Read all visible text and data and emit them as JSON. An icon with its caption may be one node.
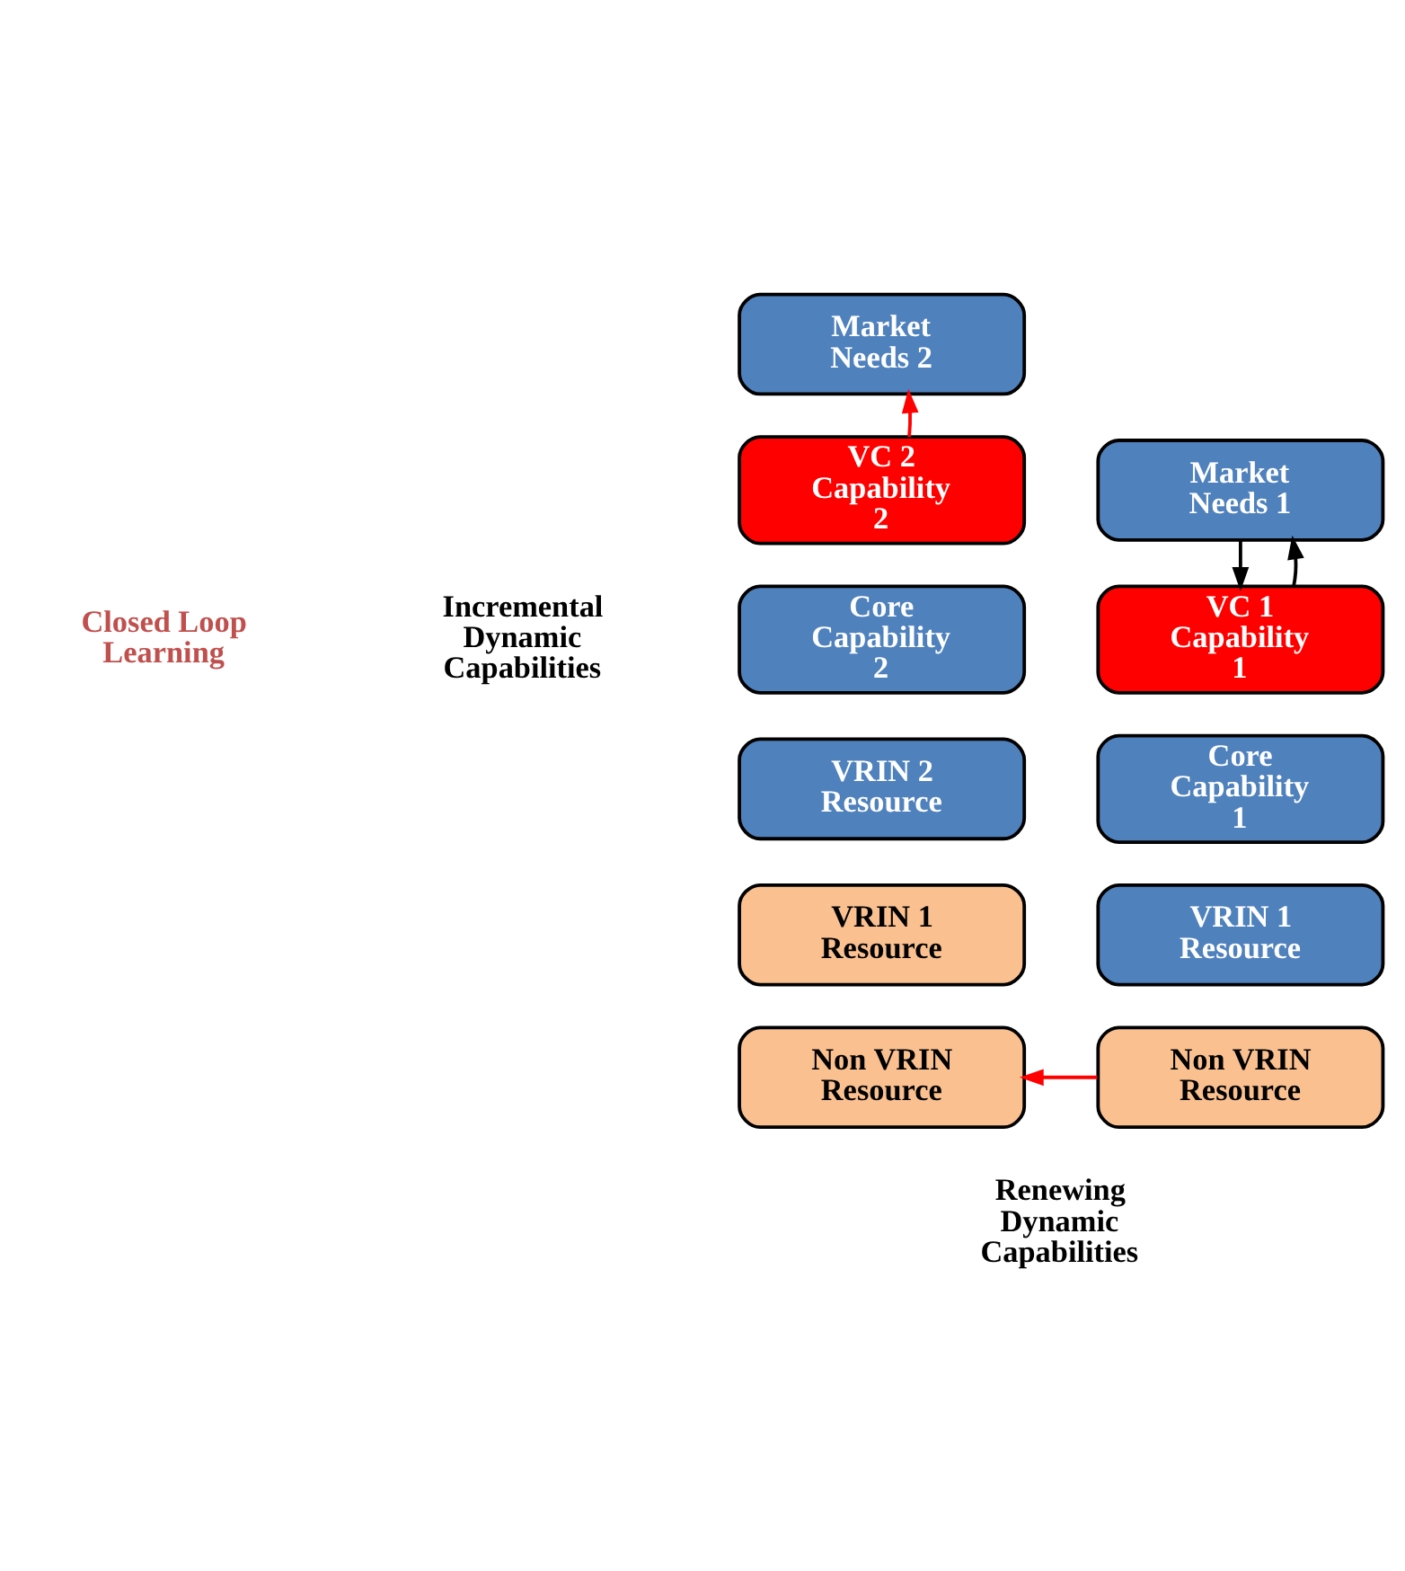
{
  "diagram": {
    "nodes": [
      {
        "text": [
          "Market Needs 1"
        ]
      },
      {
        "text": [
          "VC 1 Capability 1"
        ]
      },
      {
        "text": [
          "Core Capability 1"
        ]
      },
      {
        "text": [
          "VRIN 1 Resource"
        ]
      },
      {
        "text": [
          "Non VRIN Resource"
        ]
      },
      {
        "text": [
          "Market Needs 2"
        ]
      },
      {
        "text": [
          "VC 2 Capability 2"
        ]
      },
      {
        "text": [
          "Core Capability 2"
        ]
      },
      {
        "text": [
          "VRIN 2 Resource"
        ]
      },
      {
        "text": [
          "VRIN 1 Resource"
        ]
      },
      {
        "text": [
          "Non VRIN Resource"
        ]
      }
    ],
    "edges": [
      {
        "from": 0,
        "to": 1,
        "arrow": "to"
      },
      {
        "from": 1,
        "to": 0,
        "arrow": "to"
      },
      {
        "from": 6,
        "to": 5,
        "arrow": "to",
        "color": "#ff0000"
      },
      {
        "from": 4,
        "to": 10,
        "arrow": "to",
        "color": "#ff0000"
      }
    ],
    "labels": [
      "Closed Loop Learning",
      "Incremental Dynamic Capabilities",
      "Renewing Dynamic Capabilities"
    ]
  }
}
